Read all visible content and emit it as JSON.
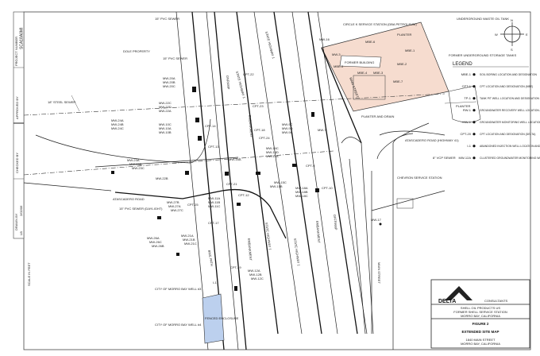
{
  "title_strip": {
    "project_number_label": "PROJECT NUMBER",
    "project_number": "SCA18A0MI",
    "approved_by": "APPROVED BY",
    "checked_by": "CHECKED BY",
    "drawn_by": "DRAWN BY",
    "drawn_date": "2/02/06",
    "drawn_initials": "LB"
  },
  "map_labels": {
    "pvc_sewer_top": "15\" PVC SEWER",
    "pvc_sewer_mid": "15\" PVC SEWER",
    "steel_sewer": "18\" STEEL SEWER",
    "dole_property": "DOLE PROPERTY",
    "circle_k": "CIRCLE K SERVICE STATION (DBA PETROLEUM)",
    "former_building": "FORMER BUILDING",
    "planter_top": "PLANTER",
    "planter_right": "PLANTER",
    "planter_drain": "PLANTER AND DRAIN",
    "waste_oil_tank": "UNDERGROUND WASTE OIL TANK",
    "former_usts": "FORMER UNDERGROUND STORAGE TANKS",
    "main_street_top": "MAIN STREET",
    "main_street_bottom": "MAIN STREET",
    "atascadero_road_left": "ATASCADERO ROAD",
    "atascadero_road_right": "ATASCADERO ROAD (HIGHWAY 41)",
    "pvc_sewer_daylight": "15\" PVC SEWER (DAYLIGHT)",
    "vcp_sewer": "8\" VCP SEWER",
    "chevron": "CHEVRON SERVICE STATION",
    "state_hwy_1a": "STATE HIGHWAY 1",
    "state_hwy_1b": "STATE HIGHWAY 1",
    "state_hwy_1c": "STATE HIGHWAY 1",
    "state_hwy_1d": "STATE HIGHWAY 1",
    "onramp": "ONRAMP",
    "offramp": "OFFRAMP",
    "embankment_a": "EMBANKMENT",
    "embankment_b": "EMBANKMENT",
    "embankment_c": "EMBANKMENT",
    "bike_path": "BIKE PATH",
    "city_well_3": "CITY OF MORRO BAY WELL #3",
    "city_well_4": "CITY OF MORRO BAY WELL #4",
    "fenced_enclosure": "FENCED ENCLOSURE",
    "scale": "SCALE IN FEET"
  },
  "wells": [
    "MW-20A",
    "MW-20B",
    "MW-20C",
    "MW-22C",
    "MW-22D",
    "MW-22A",
    "MW-10C",
    "MW-10A",
    "MW-10B",
    "MW-24A",
    "MW-24B",
    "MW-24C",
    "MW-23A",
    "MW-23B",
    "MW-23C",
    "MW-22B",
    "MW-27B",
    "MW-27A",
    "MW-27C",
    "MW-26A",
    "MW-26C",
    "MW-26B",
    "MW-21A",
    "MW-21B",
    "MW-21C",
    "MW-16A",
    "MW-15C",
    "MW-15B",
    "MW-14C",
    "MW-14D",
    "MW-14A",
    "MW-11A",
    "MW-11B",
    "MW-11C",
    "MW-18A",
    "MW-18B",
    "MW-18C",
    "MW-12A",
    "MW-12B",
    "MW-12C",
    "MW-9C",
    "MW-9D",
    "MW-9A",
    "MW-7",
    "MW-17",
    "MW-16",
    "MW-3",
    "I-1",
    "CPT-14",
    "CPT-13",
    "CPT-25",
    "CPT-17",
    "CPT-19",
    "CPT-9",
    "CPT-10",
    "CPT-12",
    "CPT-21",
    "CPT-22",
    "CPT-23",
    "CPT-24",
    "CPT-18",
    "MBE-1",
    "MBE-2",
    "MBE-3",
    "MBE-4",
    "MBE-5",
    "MBE-6",
    "MBE-7"
  ],
  "compass": {
    "n": "N",
    "s": "S",
    "e": "E",
    "w": "W"
  },
  "legend": {
    "title": "LEGEND",
    "items": [
      {
        "sym": "MBE-1",
        "desc": "SOIL BORING LOCATION AND DESIGNATION"
      },
      {
        "sym": "CPT-1",
        "desc": "CPT LOCATION AND DESIGNATION (MBE)"
      },
      {
        "sym": "TP-1",
        "desc": "TANK PIT WELL LOCATION AND DESIGNATION"
      },
      {
        "sym": "RW-1",
        "desc": "GROUNDWATER RECOVERY WELL LOCATION AND DESIGNATION"
      },
      {
        "sym": "MW-1",
        "desc": "GROUNDWATER MONITORING WELL LOCATION AND DESIGNATION"
      },
      {
        "sym": "CPT-20",
        "desc": "CPT LOCATION AND DESIGNATION (DELTA)"
      },
      {
        "sym": "I-1",
        "desc": "ABANDONED INJECTION WELL LOCATION AND DESIGNATION"
      },
      {
        "sym": "MW-12A",
        "desc": "CLUSTERED GROUNDWATER MONITORING WELL TO BE ABANDONED"
      }
    ]
  },
  "title_block": {
    "company": "DELTA",
    "company_sub": "CONSULTANTS",
    "client_1": "SHELL OIL PRODUCTS US",
    "client_2": "FORMER SHELL SERVICE STATION",
    "client_3": "MORRO BAY, CALIFORNIA",
    "figure": "FIGURE 2",
    "figure_title": "EXTENDED SITE MAP",
    "address_1": "1840 MAIN STREET",
    "address_2": "MORRO BAY, CALIFORNIA"
  },
  "colors": {
    "site": "#f6dccf",
    "enclosure": "#bcd0ee",
    "line": "#222222"
  }
}
